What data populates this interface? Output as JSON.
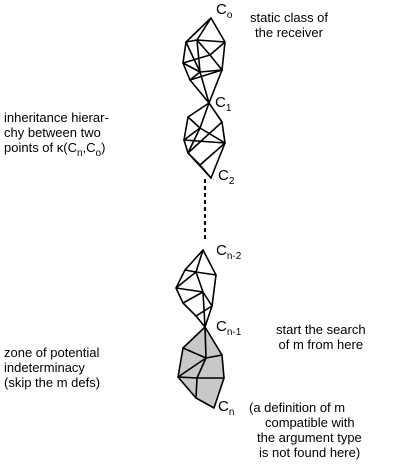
{
  "nodes": {
    "c0": {
      "base": "C",
      "sub": "o"
    },
    "c1": {
      "base": "C",
      "sub": "1"
    },
    "c2": {
      "base": "C",
      "sub": "2"
    },
    "cn2": {
      "base": "C",
      "sub": "n-2"
    },
    "cn1": {
      "base": "C",
      "sub": "n-1"
    },
    "cn": {
      "base": "C",
      "sub": "n"
    }
  },
  "annotations": {
    "static_class": [
      "static class of",
      "the receiver"
    ],
    "inheritance": {
      "line1": "inheritance hierar-",
      "line2": "chy between two",
      "line3_prefix": "points of κ(C",
      "line3_sub_n": "n",
      "line3_mid": ",C",
      "line3_sub_o": "o",
      "line3_suffix": ")"
    },
    "start_search": [
      "start the search",
      "of m from here"
    ],
    "zone": [
      "zone of potential",
      "indeterminacy",
      "(skip the m defs)"
    ],
    "not_found": [
      "(a definition of  m",
      "compatible with",
      "the argument type",
      "is not found here)"
    ]
  },
  "colors": {
    "stroke": "#000000",
    "zone_fill": "#c8c8c8",
    "background": "#ffffff"
  }
}
